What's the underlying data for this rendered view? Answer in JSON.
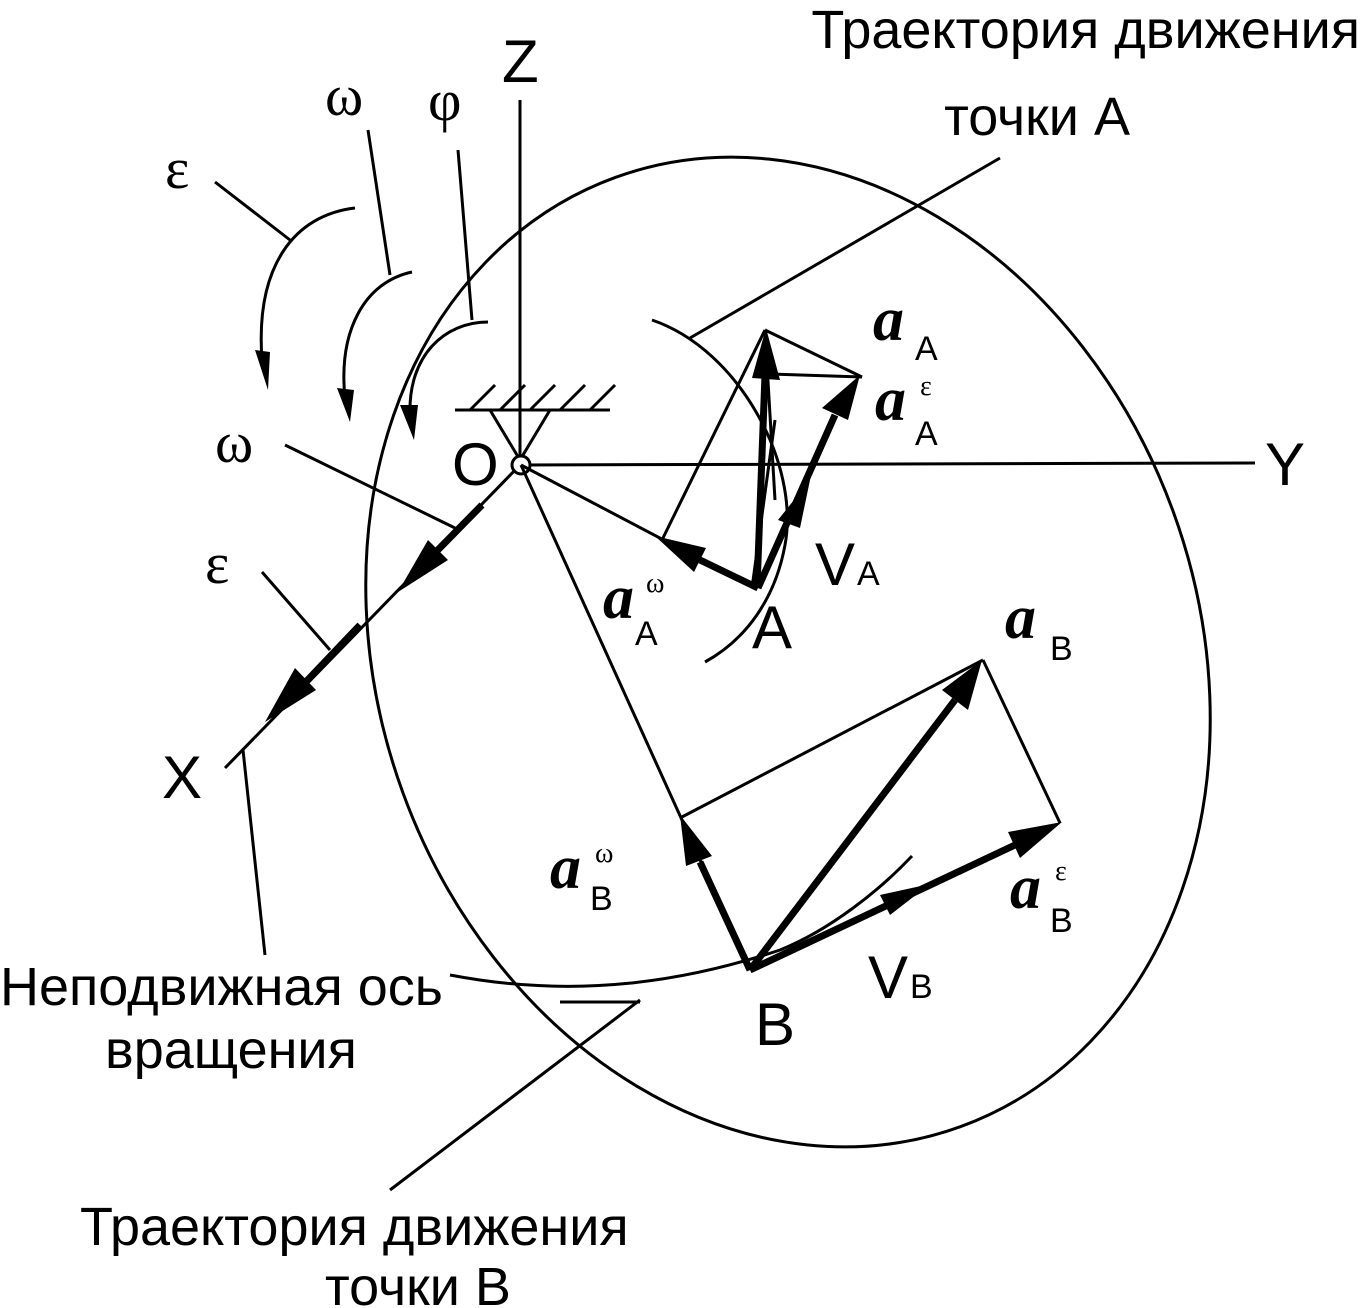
{
  "colors": {
    "ink": "#000000",
    "background": "#ffffff"
  },
  "axes": {
    "z": "Z",
    "y": "Y",
    "x": "X",
    "origin": "O"
  },
  "points": {
    "a": "A",
    "b": "B"
  },
  "rotation": {
    "epsilon": "ε",
    "omega": "ω",
    "phi": "φ"
  },
  "axis_symbols": {
    "omega": "ω",
    "epsilon": "ε"
  },
  "vectors": {
    "a_symbol": "a",
    "sub_a": "A",
    "sub_b": "B",
    "sup_eps": "ε",
    "sup_omega": "ω",
    "v_symbol": "V"
  },
  "captions": {
    "trajectory_a_line1": "Траектория движения",
    "trajectory_a_line2": "точки A",
    "trajectory_b_line1": "Траектория движения",
    "trajectory_b_line2": "точки B",
    "fixed_axis_line1": "Неподвижная ось",
    "fixed_axis_line2": "вращения"
  }
}
